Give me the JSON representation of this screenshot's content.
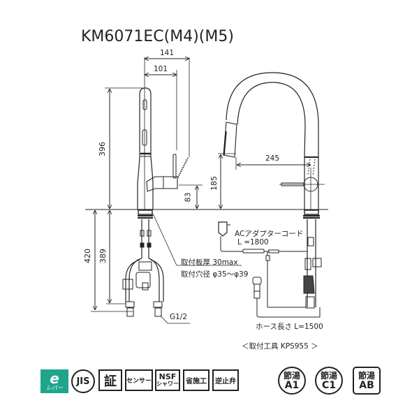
{
  "title": "KM6071EC(M4)(M5)",
  "dimensions": {
    "d141": "141",
    "d101": "101",
    "d396": "396",
    "d83": "83",
    "d185": "185",
    "d245": "245",
    "d420": "420",
    "d389": "389"
  },
  "annotations": {
    "plate_thickness": "取付板厚 30max",
    "hole_diameter": "取付穴径 φ35～φ39",
    "thread": "G1/2",
    "ac_adapter": "ACアダプターコード",
    "ac_length": "L =1800",
    "hose_length": "ホース長さ L=1500",
    "tool": "＜取付工具 KPS955 ＞"
  },
  "badges": {
    "elever_mark": "e",
    "elever_text": "レバー",
    "jis": "JIS",
    "certified": "証",
    "sensor": "センサー",
    "nsf_top": "NSF",
    "nsf_bottom": "シャワー",
    "construction": "省施工",
    "check_valve": "逆止弁"
  },
  "saving_marks": [
    {
      "top": "節湯",
      "bottom": "A1",
      "shape": "circle"
    },
    {
      "top": "節湯",
      "bottom": "C1",
      "shape": "circle"
    },
    {
      "top": "節湯",
      "bottom": "AB",
      "shape": "rounded-square"
    }
  ],
  "colors": {
    "line": "#222222",
    "elever_green": "#1fa58c"
  }
}
